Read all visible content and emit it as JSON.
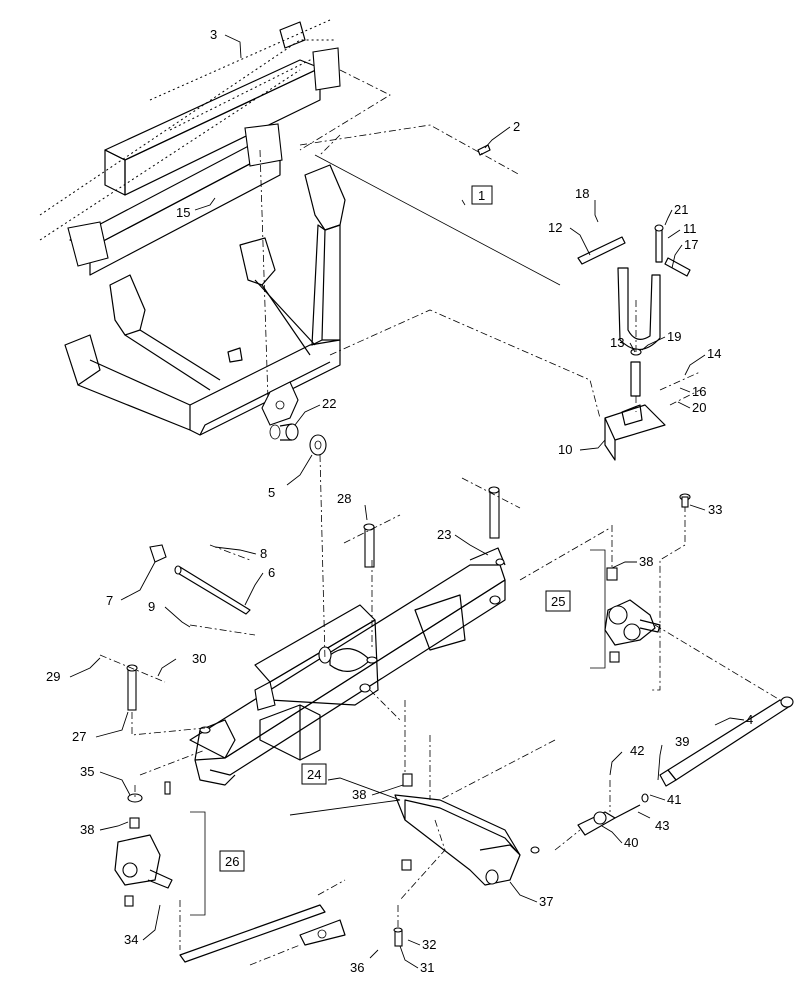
{
  "callouts": [
    {
      "id": "c1",
      "text": "1",
      "boxed": true
    },
    {
      "id": "c2",
      "text": "2"
    },
    {
      "id": "c3",
      "text": "3"
    },
    {
      "id": "c4",
      "text": "4"
    },
    {
      "id": "c5",
      "text": "5"
    },
    {
      "id": "c6",
      "text": "6"
    },
    {
      "id": "c7",
      "text": "7"
    },
    {
      "id": "c8",
      "text": "8"
    },
    {
      "id": "c9",
      "text": "9"
    },
    {
      "id": "c10",
      "text": "10"
    },
    {
      "id": "c11",
      "text": "11"
    },
    {
      "id": "c12",
      "text": "12"
    },
    {
      "id": "c13",
      "text": "13"
    },
    {
      "id": "c14",
      "text": "14"
    },
    {
      "id": "c15",
      "text": "15"
    },
    {
      "id": "c16",
      "text": "16"
    },
    {
      "id": "c17",
      "text": "17"
    },
    {
      "id": "c18",
      "text": "18"
    },
    {
      "id": "c19",
      "text": "19"
    },
    {
      "id": "c20",
      "text": "20"
    },
    {
      "id": "c21",
      "text": "21"
    },
    {
      "id": "c22",
      "text": "22"
    },
    {
      "id": "c23",
      "text": "23"
    },
    {
      "id": "c24",
      "text": "24",
      "boxed": true
    },
    {
      "id": "c25",
      "text": "25",
      "boxed": true
    },
    {
      "id": "c26",
      "text": "26",
      "boxed": true
    },
    {
      "id": "c27",
      "text": "27"
    },
    {
      "id": "c28",
      "text": "28"
    },
    {
      "id": "c29",
      "text": "29"
    },
    {
      "id": "c30",
      "text": "30"
    },
    {
      "id": "c31",
      "text": "31"
    },
    {
      "id": "c32",
      "text": "32"
    },
    {
      "id": "c33",
      "text": "33"
    },
    {
      "id": "c34",
      "text": "34"
    },
    {
      "id": "c35",
      "text": "35"
    },
    {
      "id": "c36",
      "text": "36"
    },
    {
      "id": "c37",
      "text": "37"
    },
    {
      "id": "c38a",
      "text": "38"
    },
    {
      "id": "c38b",
      "text": "38"
    },
    {
      "id": "c38c",
      "text": "38"
    },
    {
      "id": "c39",
      "text": "39"
    },
    {
      "id": "c40",
      "text": "40"
    },
    {
      "id": "c41",
      "text": "41"
    },
    {
      "id": "c42",
      "text": "42"
    },
    {
      "id": "c43",
      "text": "43"
    }
  ]
}
